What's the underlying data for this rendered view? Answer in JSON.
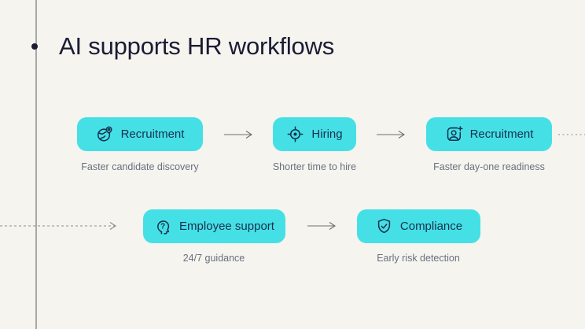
{
  "title": "AI supports HR workflows",
  "colors": {
    "background": "#f5f4ef",
    "node_fill": "#45e0e6",
    "title_text": "#1b1b33",
    "node_text": "#16314f",
    "caption_text": "#68707d",
    "arrow": "#6e6e6e",
    "guide_line": "#9a9a9a"
  },
  "rows": [
    {
      "steps": [
        {
          "icon": "globe-pin-icon",
          "label": "Recruitment",
          "caption": "Faster candidate discovery"
        },
        {
          "icon": "target-icon",
          "label": "Hiring",
          "caption": "Shorter time to hire"
        },
        {
          "icon": "person-add-icon",
          "label": "Recruitment",
          "caption": "Faster day-one readiness"
        }
      ]
    },
    {
      "steps": [
        {
          "icon": "head-question-icon",
          "label": "Employee support",
          "caption": "24/7 guidance"
        },
        {
          "icon": "shield-check-icon",
          "label": "Compliance",
          "caption": "Early risk detection"
        }
      ]
    }
  ]
}
